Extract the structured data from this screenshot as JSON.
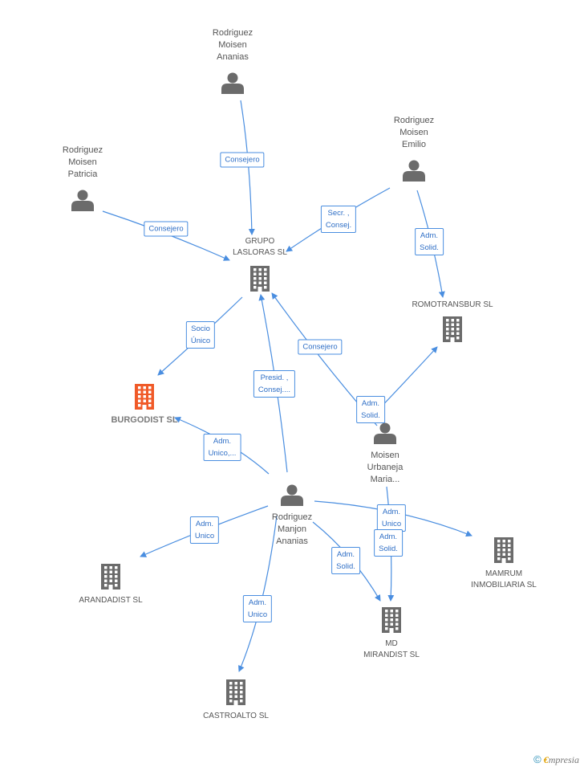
{
  "persons": [
    {
      "id": "ananias_moisen",
      "label": "Rodriguez\nMoisen\nAnanias"
    },
    {
      "id": "emilio",
      "label": "Rodriguez\nMoisen\nEmilio"
    },
    {
      "id": "patricia",
      "label": "Rodriguez\nMoisen\nPatricia"
    },
    {
      "id": "maria",
      "label": "Moisen\nUrbaneja\nMaria..."
    },
    {
      "id": "manjon",
      "label": "Rodriguez\nManjon\nAnanias"
    }
  ],
  "companies": [
    {
      "id": "lasloras",
      "label": "GRUPO\nLASLORAS SL",
      "focus": false
    },
    {
      "id": "romotransbur",
      "label": "ROMOTRANSBUR SL",
      "focus": false
    },
    {
      "id": "burgodist",
      "label": "BURGODIST SL",
      "focus": true
    },
    {
      "id": "arandadist",
      "label": "ARANDADIST SL",
      "focus": false
    },
    {
      "id": "castroalto",
      "label": "CASTROALTO SL",
      "focus": false
    },
    {
      "id": "mirandist",
      "label": "MD\nMIRANDIST SL",
      "focus": false
    },
    {
      "id": "mamrum",
      "label": "MAMRUM\nINMOBILIARIA SL",
      "focus": false
    }
  ],
  "edges": [
    {
      "from": "ananias_moisen",
      "to": "lasloras",
      "label": "Consejero"
    },
    {
      "from": "patricia",
      "to": "lasloras",
      "label": "Consejero"
    },
    {
      "from": "emilio",
      "to": "lasloras",
      "label": "Secr. ,\nConsej."
    },
    {
      "from": "emilio",
      "to": "romotransbur",
      "label": "Adm.\nSolid."
    },
    {
      "from": "lasloras",
      "to": "burgodist",
      "label": "Socio\nÚnico"
    },
    {
      "from": "maria",
      "to": "lasloras",
      "label": "Consejero"
    },
    {
      "from": "maria",
      "to": "romotransbur",
      "label": "Adm.\nSolid."
    },
    {
      "from": "manjon",
      "to": "lasloras",
      "label": "Presid. ,\nConsej...."
    },
    {
      "from": "manjon",
      "to": "burgodist",
      "label": "Adm.\nUnico,..."
    },
    {
      "from": "manjon",
      "to": "arandadist",
      "label": "Adm.\nUnico"
    },
    {
      "from": "manjon",
      "to": "castroalto",
      "label": "Adm.\nUnico"
    },
    {
      "from": "manjon",
      "to": "mirandist",
      "label": "Adm.\nSolid."
    },
    {
      "from": "manjon",
      "to": "mamrum",
      "label": "Adm.\nUnico"
    },
    {
      "from": "maria",
      "to": "mirandist",
      "label": "Adm.\nSolid."
    }
  ],
  "colors": {
    "edge": "#4a8ee0",
    "person_icon": "#6b6b6b",
    "company_icon": "#6b6b6b",
    "focus_icon": "#f05a28"
  },
  "footer": {
    "copyright_symbol": "©",
    "brand_initial": "€",
    "brand_rest": "mpresia"
  }
}
